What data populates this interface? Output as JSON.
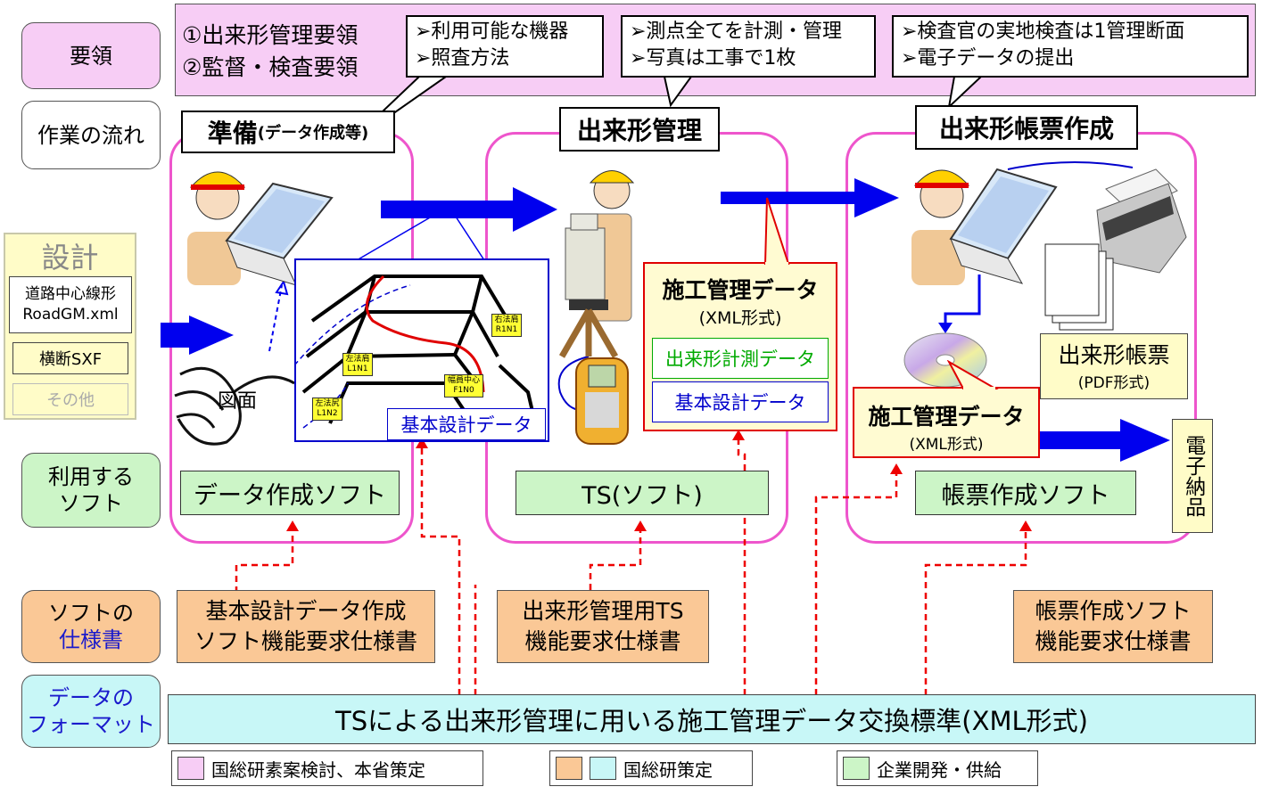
{
  "row_labels": {
    "youryou": "要領",
    "flow": "作業の流れ",
    "software": [
      "利用する",
      "ソフト"
    ],
    "spec": [
      "ソフトの",
      "仕様書"
    ],
    "format": [
      "データの",
      "フォーマット"
    ]
  },
  "youryou_bar": {
    "items": [
      "①出来形管理要領",
      "②監督・検査要領"
    ],
    "callout1": [
      "➢利用可能な機器",
      "➢照査方法"
    ],
    "callout2": [
      "➢測点全てを計測・管理",
      "➢写真は工事で1枚"
    ],
    "callout3": [
      "➢検査官の実地検査は1管理断面",
      "➢電子データの提出"
    ]
  },
  "stages": {
    "prep_title": "準備",
    "prep_sub": "(データ作成等)",
    "manage_title": "出来形管理",
    "report_title": "出来形帳票作成"
  },
  "design": {
    "title": "設計",
    "road_line1": "道路中心線形",
    "road_line2": "RoadGM.xml",
    "cross": "横断SXF",
    "other": "その他",
    "drawing": "図面"
  },
  "cad": {
    "label": "基本設計データ",
    "points": [
      {
        "top": "右法肩",
        "bottom": "R1N1"
      },
      {
        "top": "左法肩",
        "bottom": "L1N1"
      },
      {
        "top": "幅員中心",
        "bottom": "F1N0"
      },
      {
        "top": "左法尻",
        "bottom": "L1N2"
      }
    ]
  },
  "construction_data_1": {
    "title": "施工管理データ",
    "format": "(XML形式)",
    "measured": "出来形計測データ",
    "design": "基本設計データ"
  },
  "construction_data_2": {
    "title": "施工管理データ",
    "format": "(XML形式)"
  },
  "report_doc": {
    "title": "出来形帳票",
    "format": "(PDF形式)"
  },
  "electronic": "電子納品",
  "software": {
    "prep": "データ作成ソフト",
    "ts": "TS(ソフト)",
    "report": "帳票作成ソフト"
  },
  "specs": {
    "prep": [
      "基本設計データ作成",
      "ソフト機能要求仕様書"
    ],
    "ts": [
      "出来形管理用TS",
      "機能要求仕様書"
    ],
    "report": [
      "帳票作成ソフト",
      "機能要求仕様書"
    ]
  },
  "format_bar": "TSによる出来形管理に用いる施工管理データ交換標準(XML形式)",
  "legend": [
    {
      "label": "国総研素案検討、本省策定",
      "colors": [
        "#f7cdf5"
      ]
    },
    {
      "label": "国総研策定",
      "colors": [
        "#fac896",
        "#c8f7f7"
      ]
    },
    {
      "label": "企業開発・供給",
      "colors": [
        "#ccf5c7"
      ]
    }
  ],
  "colors": {
    "youryou": "#f7cdf5",
    "software": "#ccf5c7",
    "spec": "#fac896",
    "format": "#c8f7f7",
    "stage_border": "#ee55cc",
    "arrow": "#0000ee",
    "dashed": "#ee0000"
  },
  "icons": [
    "worker-laptop-icon",
    "total-station-icon",
    "controller-icon",
    "printer-icon",
    "cd-icon",
    "documents-icon",
    "drawing-scroll-icon"
  ]
}
